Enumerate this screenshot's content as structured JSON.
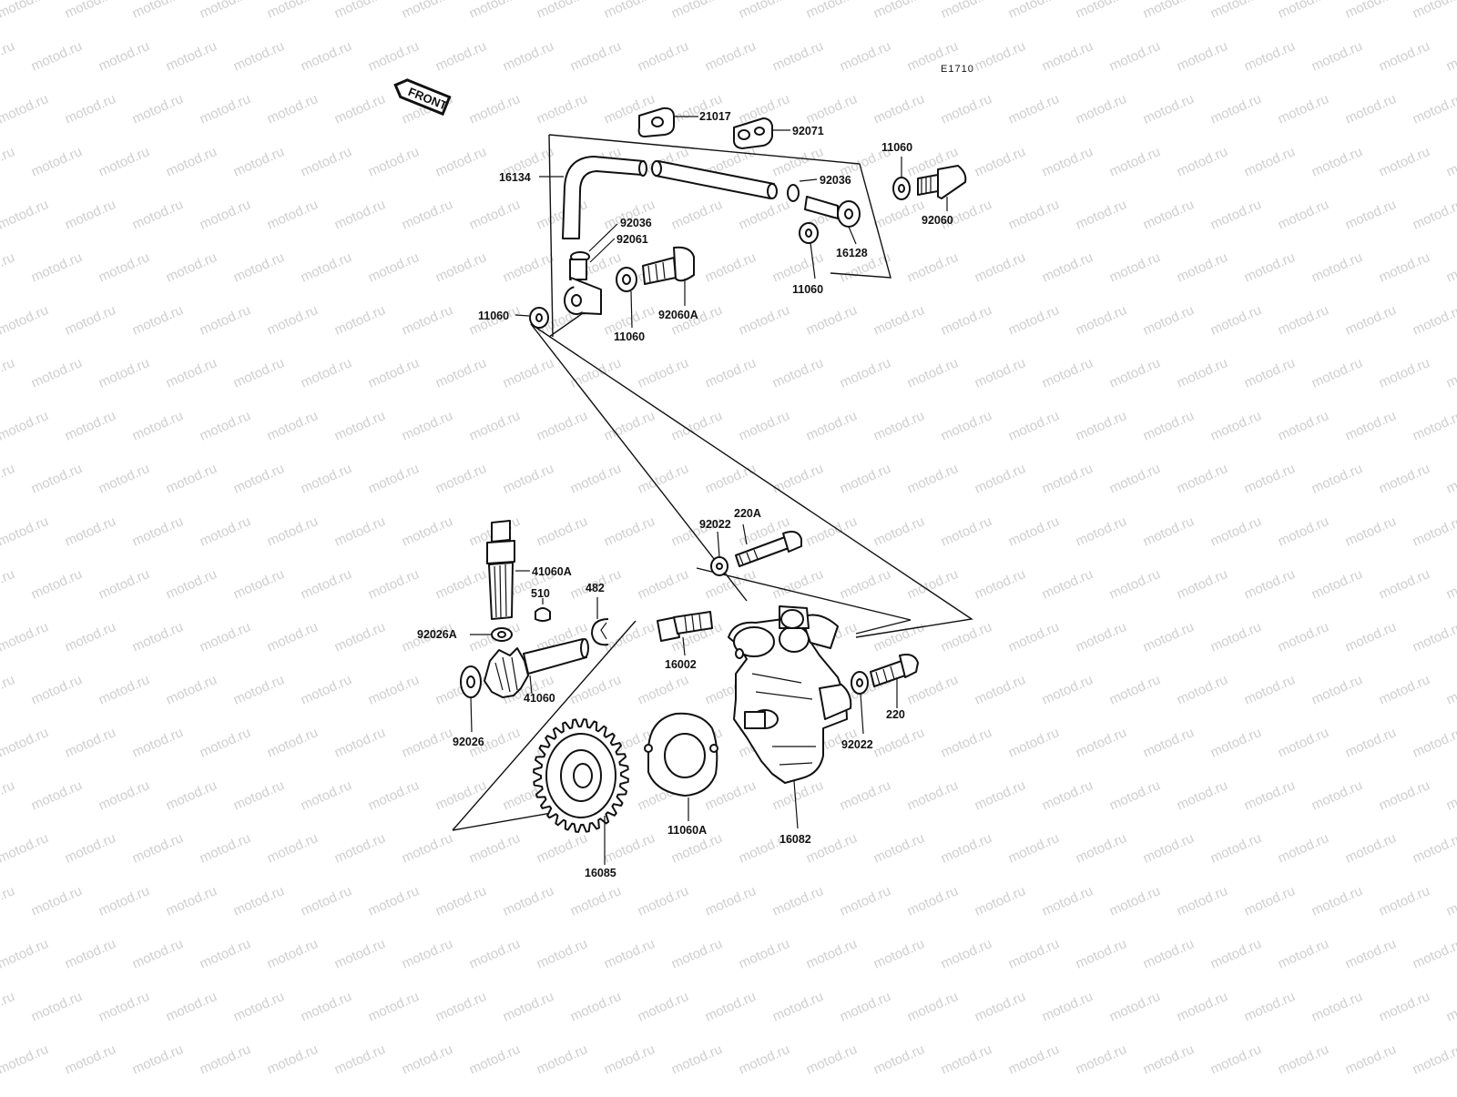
{
  "diagram": {
    "code": "E1710",
    "front_label": "FRONT",
    "watermark": "motod.ru",
    "labels": [
      {
        "id": "21017",
        "text": "21017"
      },
      {
        "id": "92071",
        "text": "92071"
      },
      {
        "id": "11060_top_right",
        "text": "11060"
      },
      {
        "id": "16134",
        "text": "16134"
      },
      {
        "id": "92036_right",
        "text": "92036"
      },
      {
        "id": "92060",
        "text": "92060"
      },
      {
        "id": "92036_left",
        "text": "92036"
      },
      {
        "id": "92061",
        "text": "92061"
      },
      {
        "id": "16128",
        "text": "16128"
      },
      {
        "id": "11060_mid_right",
        "text": "11060"
      },
      {
        "id": "11060_left",
        "text": "11060"
      },
      {
        "id": "92060A",
        "text": "92060A"
      },
      {
        "id": "11060_center",
        "text": "11060"
      },
      {
        "id": "220A",
        "text": "220A"
      },
      {
        "id": "92022_top",
        "text": "92022"
      },
      {
        "id": "41060A",
        "text": "41060A"
      },
      {
        "id": "510",
        "text": "510"
      },
      {
        "id": "482",
        "text": "482"
      },
      {
        "id": "92026A",
        "text": "92026A"
      },
      {
        "id": "16002",
        "text": "16002"
      },
      {
        "id": "41060",
        "text": "41060"
      },
      {
        "id": "220",
        "text": "220"
      },
      {
        "id": "92026",
        "text": "92026"
      },
      {
        "id": "92022_bottom",
        "text": "92022"
      },
      {
        "id": "11060A",
        "text": "11060A"
      },
      {
        "id": "16082",
        "text": "16082"
      },
      {
        "id": "16085",
        "text": "16085"
      }
    ]
  }
}
